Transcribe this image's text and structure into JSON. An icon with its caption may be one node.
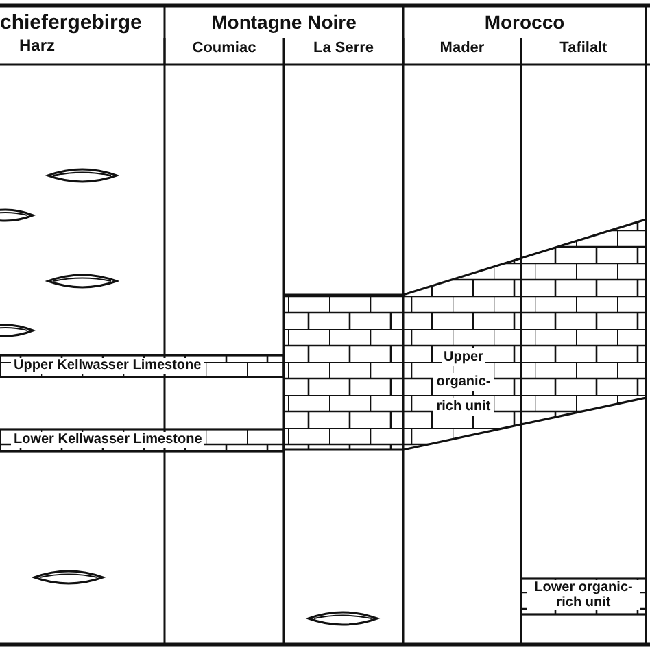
{
  "diagram": {
    "nodes": [
      {
        "text": [
          "Upper organic-rich unit"
        ]
      },
      {
        "text": [
          "Upper Kellwasser Limestone"
        ]
      },
      {
        "text": [
          "Lower Kellwasser Limestone"
        ]
      },
      {
        "text": [
          "Lower organic-rich unit"
        ]
      }
    ],
    "labels": [
      "chiefergebirge",
      "Harz",
      "Montagne Noire",
      "Coumiac",
      "La Serre",
      "Morocco",
      "Mader",
      "Tafilalt"
    ]
  }
}
